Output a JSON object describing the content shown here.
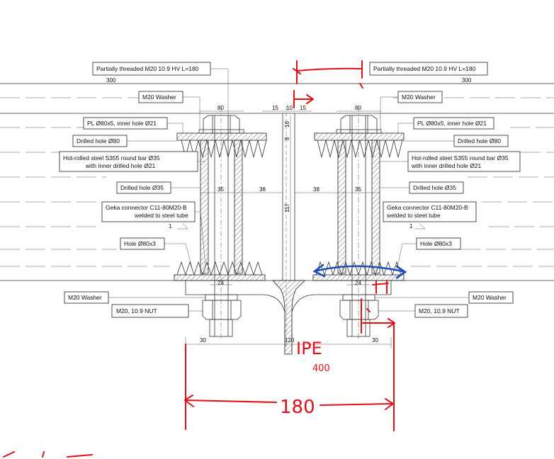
{
  "callouts": {
    "bolt_left": "Partially threaded M20 10.9 HV L=180",
    "bolt_right": "Partially threaded M20 10.9 HV L=180",
    "washer_top_left": "M20 Washer",
    "washer_top_right": "M20 Washer",
    "plate_left": "PL Ø80x5, inner hole Ø21",
    "plate_right": "PL Ø80x5, inner hole Ø21",
    "drilled80_left": "Drilled hole Ø80",
    "drilled80_right": "Drilled hole Ø80",
    "roundbar_left_1": "Hot-rolled steel S355 round bar Ø35",
    "roundbar_left_2": "with inner drilled hole Ø21",
    "roundbar_right_1": "Hot-rolled steel S355 round bar Ø35",
    "roundbar_right_2": "with inner drilled hole Ø21",
    "drilled35_left": "Drilled hole Ø35",
    "drilled35_right": "Drilled hole Ø35",
    "geka_left_1": "Geka connector C11-80M20-B",
    "geka_left_2": "welded to steel tube",
    "geka_right_1": "Geka connector C11-80M20-B",
    "geka_right_2": "welded to steel tube",
    "hole80_left": "Hole Ø80x3",
    "hole80_right": "Hole Ø80x3",
    "washer_bottom_left": "M20 Washer",
    "washer_bottom_right": "M20 Washer",
    "nut_left": "M20, 10.9 NUT",
    "nut_right": "M20, 10.9 NUT"
  },
  "dimensions": {
    "d300_left": "300",
    "d300_right": "300",
    "d80_left": "80",
    "d80_right": "80",
    "d15_a": "15",
    "d10": "10",
    "d15_b": "15",
    "d16": "16",
    "d8": "8",
    "d35_left": "35",
    "d38_left": "38",
    "d38_right": "38",
    "d35_right": "35",
    "d117": "117",
    "slope_left": "1",
    "slope_right": "1",
    "d24_left": "24",
    "d24_right": "24",
    "d30_left": "30",
    "d120": "120",
    "d30_right": "30"
  },
  "handwriting": {
    "ipe": "IPE",
    "ipe_size": "400",
    "overall": "180"
  },
  "colors": {
    "annotation_red": "#e0101a",
    "annotation_blue": "#1d4fb8",
    "line": "#333333"
  }
}
